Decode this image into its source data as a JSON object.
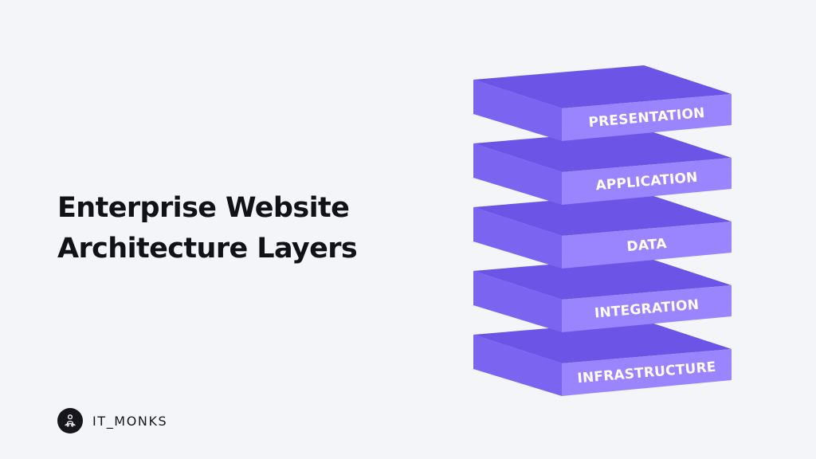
{
  "title": {
    "line1": "Enterprise Website",
    "line2": "Architecture Layers"
  },
  "layers": [
    {
      "label": "PRESENTATION"
    },
    {
      "label": "APPLICATION"
    },
    {
      "label": "DATA"
    },
    {
      "label": "INTEGRATION"
    },
    {
      "label": "INFRASTRUCTURE"
    }
  ],
  "brand": {
    "name": "IT_MONKS",
    "icon": "monk-icon"
  },
  "colors": {
    "background": "#f4f5f9",
    "layer_top": "#6c55e6",
    "layer_left": "#7a64f0",
    "layer_front": "#9a85ff",
    "title_text": "#111218"
  }
}
